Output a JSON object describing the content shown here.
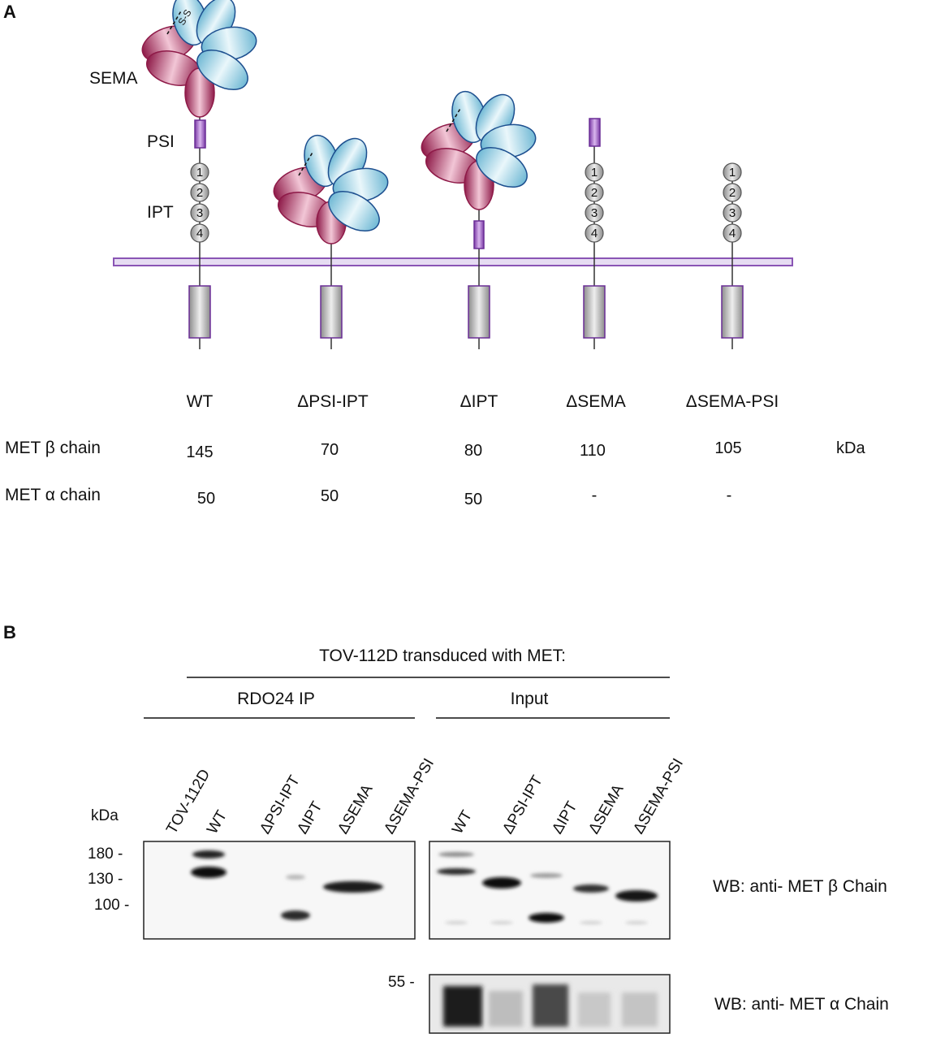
{
  "panel_a": {
    "letter": "A",
    "domain_labels": {
      "sema": "SEMA",
      "psi": "PSI",
      "ipt": "IPT"
    },
    "ipt_numbers": [
      "1",
      "2",
      "3",
      "4"
    ],
    "disulfide": "S-S",
    "constructs": [
      "WT",
      "ΔPSI-IPT",
      "ΔIPT",
      "ΔSEMA",
      "ΔSEMA-PSI"
    ],
    "beta_label": "MET β chain",
    "alpha_label": "MET α chain",
    "beta_values": [
      "145",
      "70",
      "80",
      "110",
      "105"
    ],
    "alpha_values": [
      "50",
      "50",
      "50",
      "-",
      "-"
    ],
    "unit": "kDa",
    "colors": {
      "sema_alpha": "#b0285c",
      "sema_beta": "#7ec3dc",
      "psi": "#9a4fbf",
      "membrane": "#8a55b5",
      "kinase": "#bcbcbc"
    }
  },
  "panel_b": {
    "letter": "B",
    "header": "TOV-112D transduced with MET:",
    "ip_label": "RDO24 IP",
    "input_label": "Input",
    "kda_label": "kDa",
    "ip_lanes": [
      "TOV-112D",
      "WT",
      "ΔPSI-IPT",
      "ΔIPT",
      "ΔSEMA",
      "ΔSEMA-PSI"
    ],
    "input_lanes": [
      "WT",
      "ΔPSI-IPT",
      "ΔIPT",
      "ΔSEMA",
      "ΔSEMA-PSI"
    ],
    "markers_top": [
      "180 -",
      "130 -",
      "100 -"
    ],
    "marker_bottom": "55 -",
    "wb_beta": "WB: anti- MET β Chain",
    "wb_alpha": "WB: anti- MET α Chain"
  }
}
